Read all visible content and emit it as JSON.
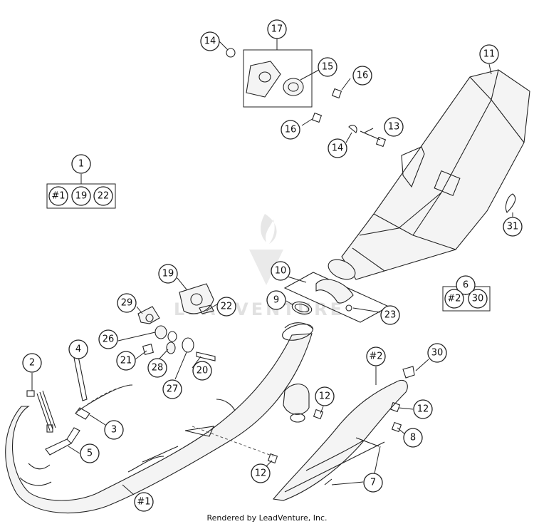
{
  "footer": {
    "credit": "Rendered by LeadVenture, Inc."
  },
  "watermark": {
    "text": "LEADVENTURE"
  },
  "callouts": [
    {
      "label": "14"
    },
    {
      "label": "17"
    },
    {
      "label": "15"
    },
    {
      "label": "16"
    },
    {
      "label": "11"
    },
    {
      "label": "16"
    },
    {
      "label": "13"
    },
    {
      "label": "14"
    },
    {
      "label": "1"
    },
    {
      "label": "#1"
    },
    {
      "label": "19"
    },
    {
      "label": "22"
    },
    {
      "label": "31"
    },
    {
      "label": "10"
    },
    {
      "label": "6"
    },
    {
      "label": "19"
    },
    {
      "label": "29"
    },
    {
      "label": "9"
    },
    {
      "label": "23"
    },
    {
      "label": "#2"
    },
    {
      "label": "30"
    },
    {
      "label": "26"
    },
    {
      "label": "22"
    },
    {
      "label": "2"
    },
    {
      "label": "4"
    },
    {
      "label": "21"
    },
    {
      "label": "28"
    },
    {
      "label": "20"
    },
    {
      "label": "#2"
    },
    {
      "label": "30"
    },
    {
      "label": "27"
    },
    {
      "label": "12"
    },
    {
      "label": "12"
    },
    {
      "label": "3"
    },
    {
      "label": "8"
    },
    {
      "label": "5"
    },
    {
      "label": "7"
    },
    {
      "label": "12"
    },
    {
      "label": "#1"
    }
  ]
}
